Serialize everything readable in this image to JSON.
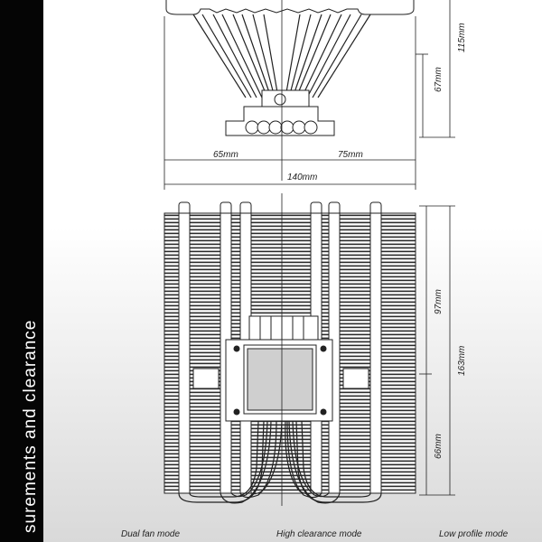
{
  "side_title": "surements and clearance",
  "dimensions": {
    "left_width": "65mm",
    "right_width": "75mm",
    "total_width": "140mm",
    "total_height": "115mm",
    "base_height": "67mm",
    "top_depth": "97mm",
    "total_depth": "163mm",
    "bottom_depth": "66mm"
  },
  "modes": {
    "dual_fan": "Dual fan mode",
    "high_clearance": "High clearance mode",
    "low_profile": "Low profile mode"
  },
  "colors": {
    "sidebar": "#050505",
    "line": "#222222"
  }
}
